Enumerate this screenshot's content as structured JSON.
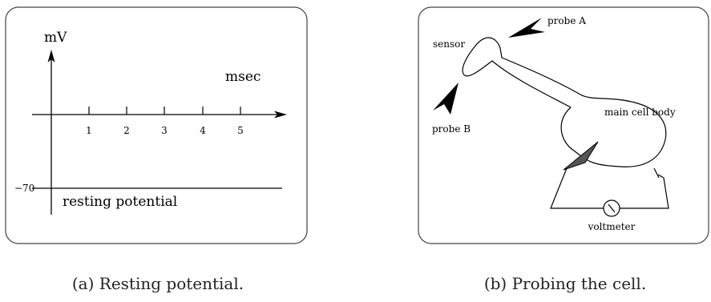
{
  "panel_a": {
    "y_unit": "mV",
    "x_unit": "msec",
    "x_ticks": [
      "1",
      "2",
      "3",
      "4",
      "5"
    ],
    "y_tick": "−70",
    "level_label": "resting potential",
    "caption": "(a) Resting potential."
  },
  "panel_b": {
    "labels": {
      "probe_a": "probe A",
      "sensor": "sensor",
      "probe_b": "probe B",
      "main_cell_body": "main cell body",
      "voltmeter": "voltmeter"
    },
    "caption": "(b) Probing the cell."
  }
}
